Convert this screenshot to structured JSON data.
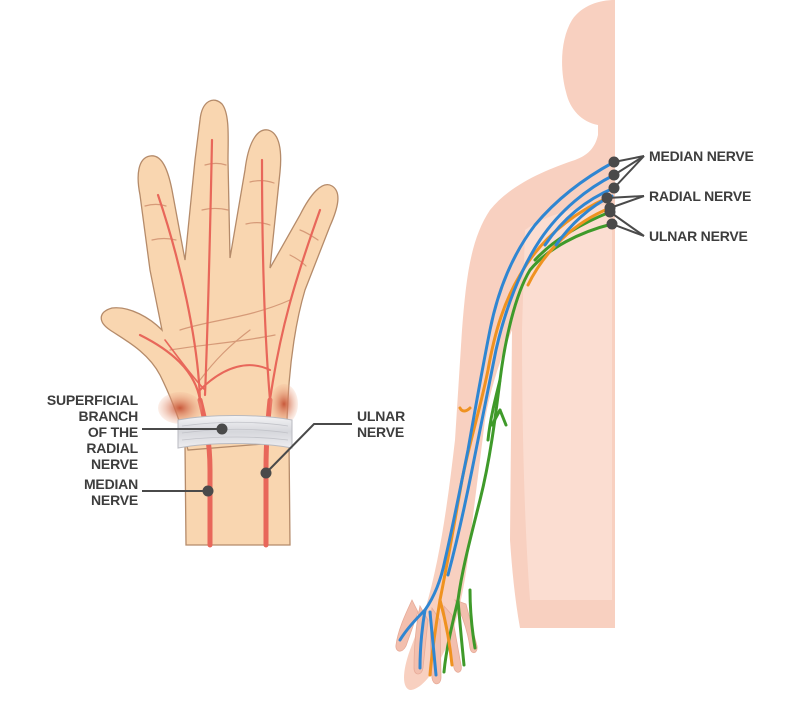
{
  "colors": {
    "skin": "#f9d6b0",
    "skin_outline": "#b58b6a",
    "body_skin": "#f8d0c0",
    "body_skin_light": "#fbe0d4",
    "artery": "#e8675a",
    "median_nerve": "#2f86d2",
    "radial_nerve": "#ef9220",
    "ulnar_nerve": "#3f9a2a",
    "label_text": "#3d3d3d",
    "pointer": "#4a4a4a"
  },
  "labels": {
    "superficial_branch": [
      "SUPERFICIAL",
      "BRANCH",
      "OF THE",
      "RADIAL",
      "NERVE"
    ],
    "hand_median": [
      "MEDIAN",
      "NERVE"
    ],
    "hand_ulnar": [
      "ULNAR",
      "NERVE"
    ],
    "body_median": "MEDIAN NERVE",
    "body_radial": "RADIAL NERVE",
    "body_ulnar": "ULNAR NERVE"
  }
}
